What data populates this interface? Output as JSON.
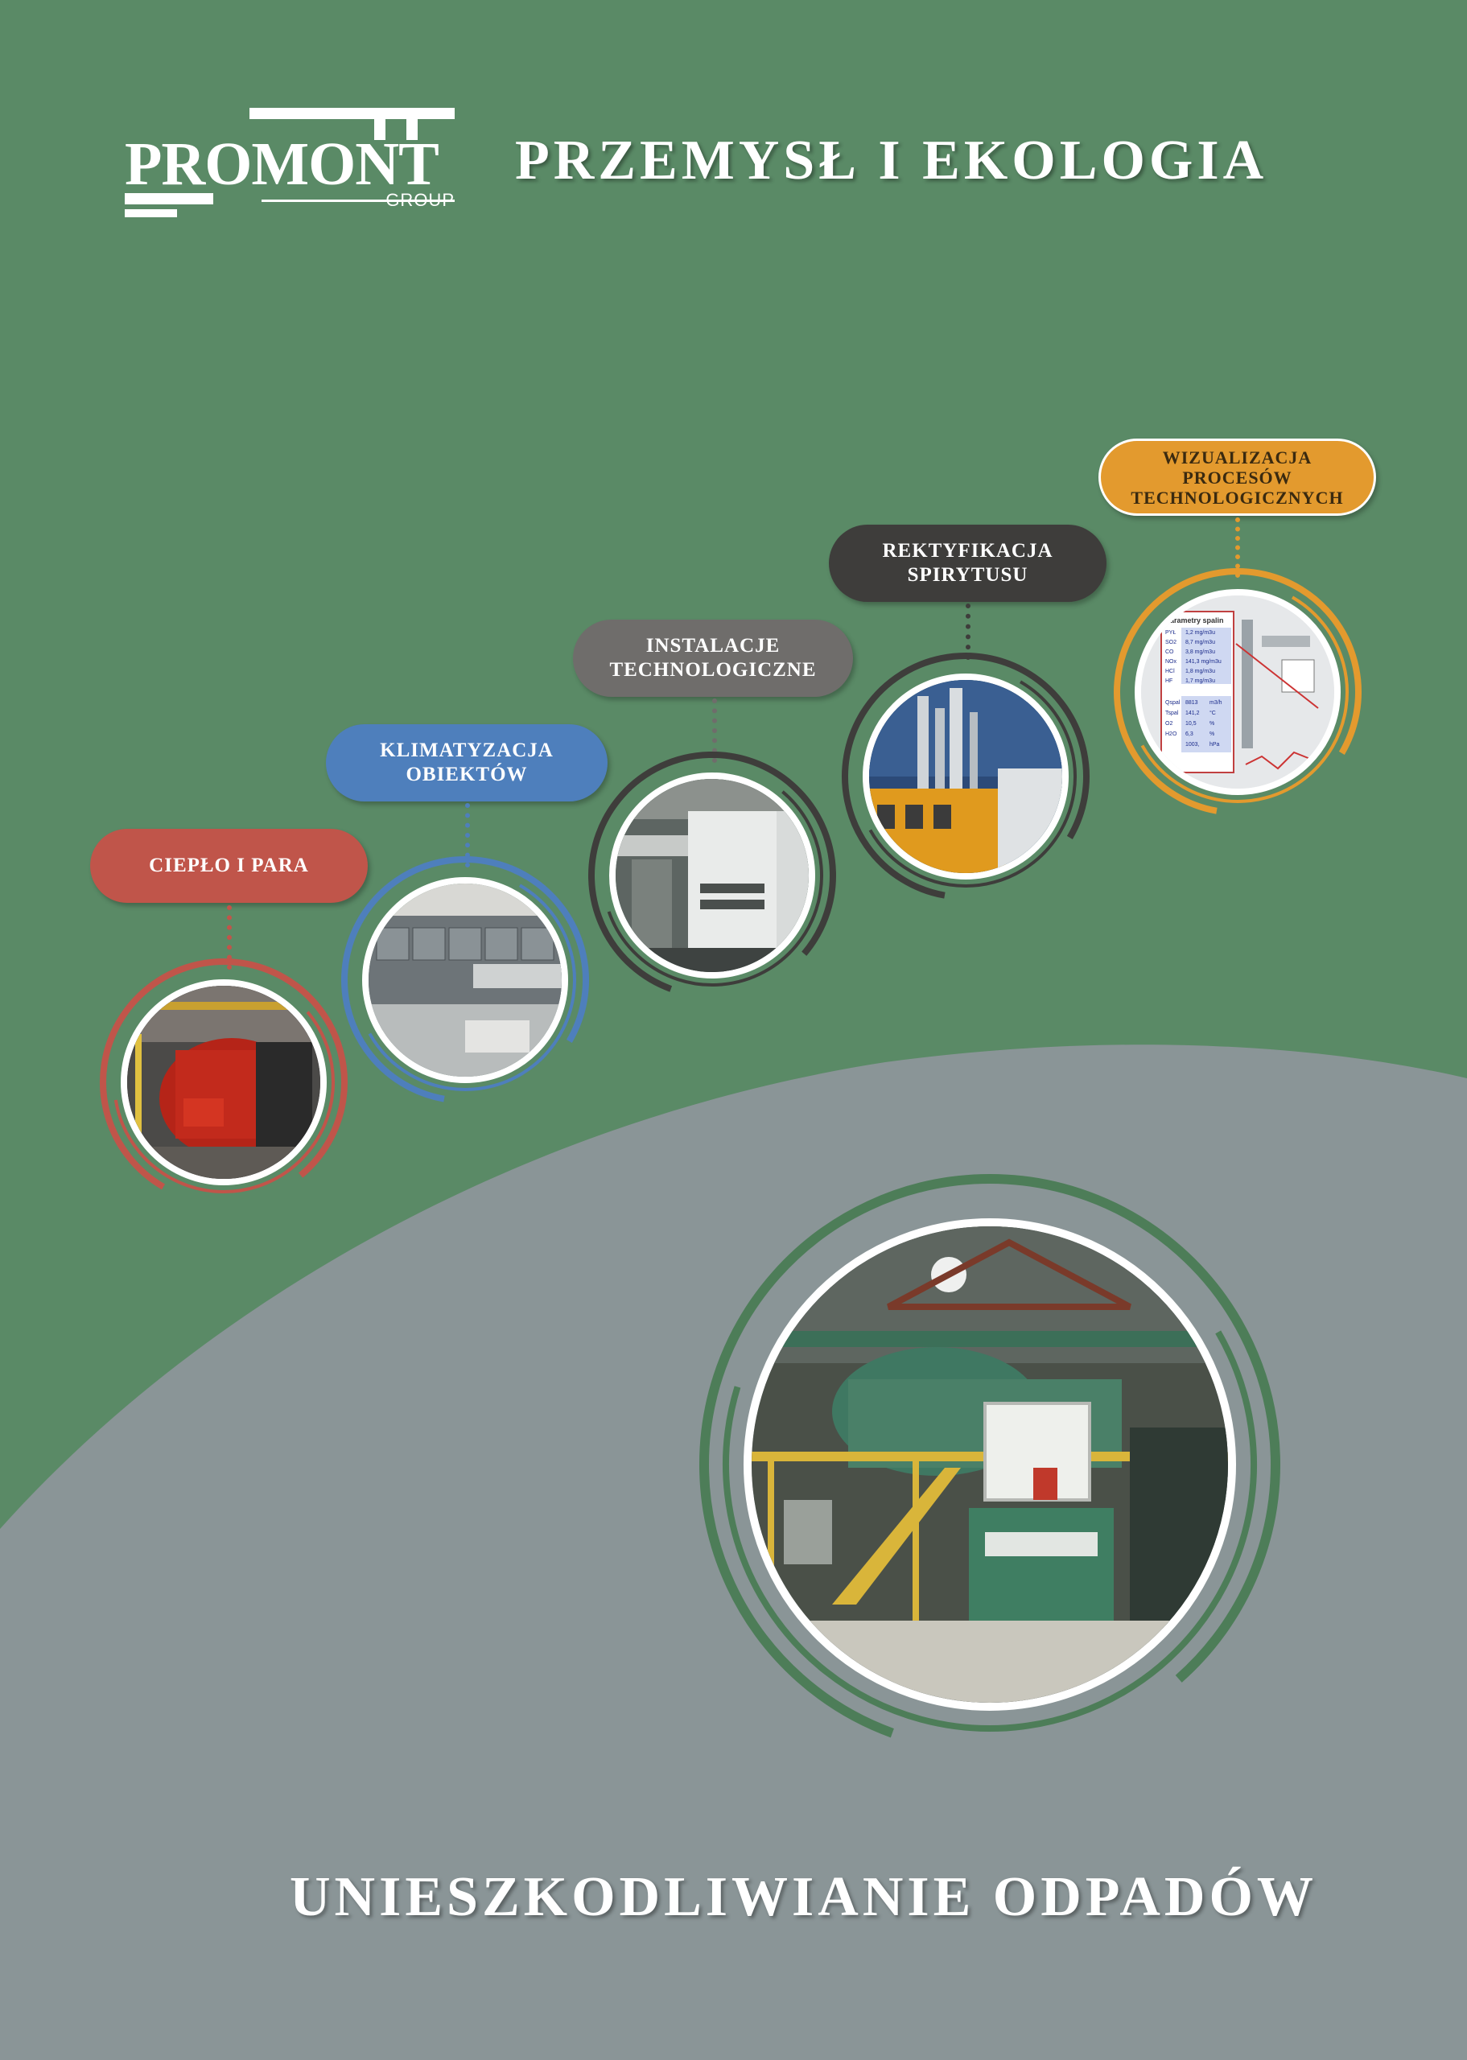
{
  "logo": {
    "name": "PROMONT",
    "sub": "GROUP"
  },
  "header": {
    "title": "PRZEMYSŁ I EKOLOGIA"
  },
  "categories": [
    {
      "lines": [
        "CIEPŁO I PARA"
      ],
      "color": "#c0554a",
      "photo": "boiler-room photo"
    },
    {
      "lines": [
        "KLIMATYZACJA",
        "OBIEKTÓW"
      ],
      "color": "#4e7fbc",
      "photo": "air handling units photo"
    },
    {
      "lines": [
        "INSTALACJE",
        "TECHNOLOGICZNE"
      ],
      "color": "#6f6d6b",
      "photo": "process installation photo"
    },
    {
      "lines": [
        "REKTYFIKACJA",
        "SPIRYTUSU"
      ],
      "color": "#3e3d3b",
      "photo": "distillery columns photo"
    },
    {
      "lines": [
        "WIZUALIZACJA",
        "PROCESÓW",
        "TECHNOLOGICZNYCH"
      ],
      "color": "#e39a2e",
      "photo": "SCADA visualization screen"
    }
  ],
  "visualization": {
    "panel_title": "Parametry spalin",
    "rows": [
      [
        "PYŁ",
        "1,2 mg/m3u"
      ],
      [
        "SO2",
        "8,7 mg/m3u"
      ],
      [
        "CO",
        "3,8 mg/m3u"
      ],
      [
        "NOx",
        "141,3 mg/m3u"
      ],
      [
        "HCl",
        "1,8 mg/m3u"
      ],
      [
        "HF",
        "1,7 mg/m3u"
      ]
    ],
    "rows2": [
      [
        "Qspal",
        "8813",
        "m3/h"
      ],
      [
        "Tspal",
        "141,2",
        "°C"
      ],
      [
        "O2",
        "10,5",
        "%"
      ],
      [
        "H2O",
        "6,3",
        "%"
      ],
      [
        "",
        "1003,",
        "hPa"
      ]
    ]
  },
  "footer": {
    "title": "UNIESZKODLIWIANIE ODPADÓW"
  },
  "colors": {
    "green": "#5a8a66",
    "grey": "#8a9597",
    "dark_green_ring": "#4d7d58",
    "white": "#ffffff"
  }
}
